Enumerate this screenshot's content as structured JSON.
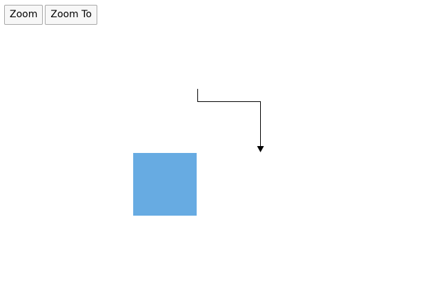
{
  "toolbar": {
    "zoom_label": "Zoom",
    "zoom_to_label": "Zoom To"
  },
  "colors": {
    "shape_fill": "#67abe2",
    "edge_stroke": "#000000"
  },
  "diagram": {
    "shape": "square",
    "connector": "orthogonal-arrow"
  }
}
